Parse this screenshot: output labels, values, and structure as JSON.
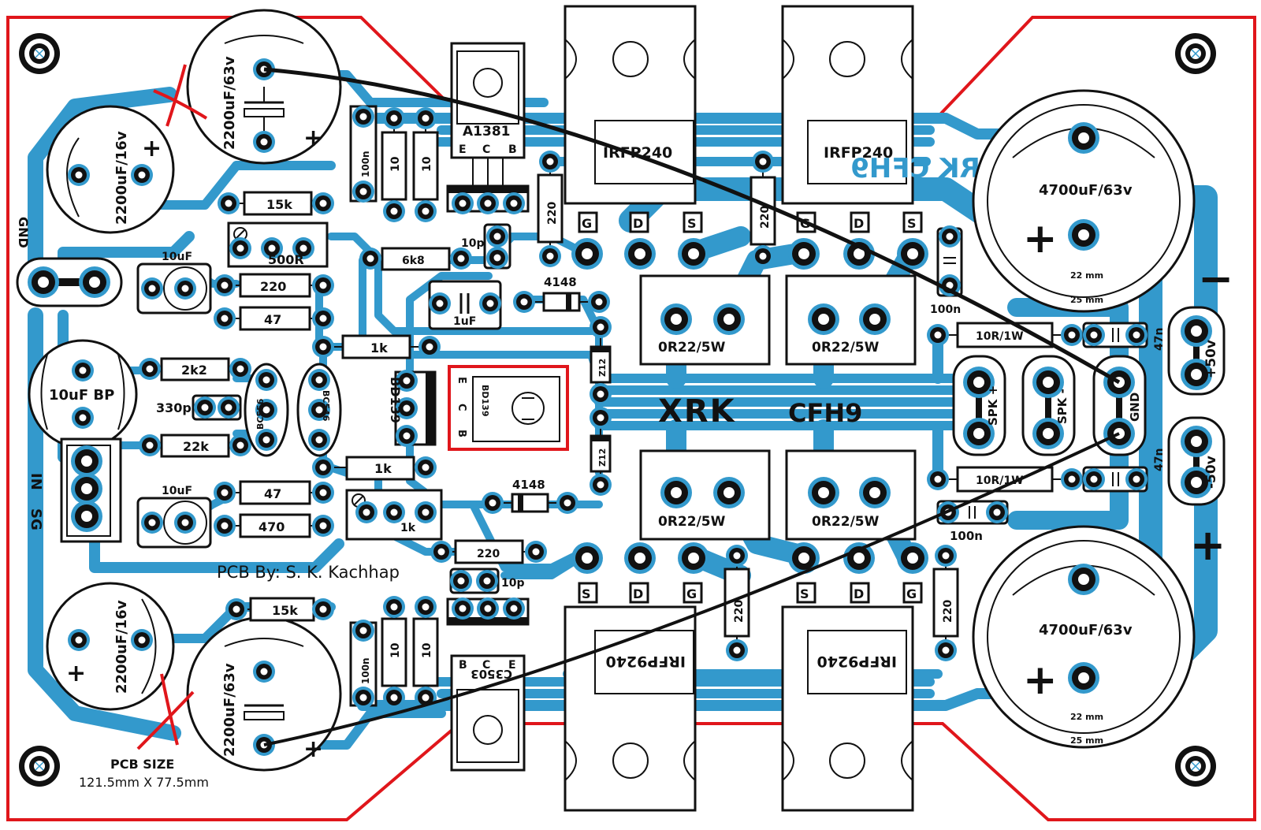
{
  "board": {
    "credit": "PCB By: S. K. Kachhap",
    "size_title": "PCB SIZE",
    "size_value": "121.5mm X 77.5mm",
    "logo": "XRK",
    "logo_sub": "CFH9",
    "logo_mirror": "XRK CFH9"
  },
  "colors": {
    "copper": "#3399cc",
    "outline": "#e0161b",
    "silk": "#111111",
    "marks": "#e0161b"
  },
  "caps": {
    "c4700_top": "4700uF/63v",
    "c4700_bot": "4700uF/63v",
    "d22_top": "22 mm",
    "d25_top": "25 mm",
    "d22_bot": "22 mm",
    "d25_bot": "25 mm",
    "c2200_63_top": "2200uF/63v",
    "c2200_63_bot": "2200uF/63v",
    "c2200_16_top": "2200uF/16v",
    "c2200_16_bot": "2200uF/16v",
    "c10uf_a": "10uF",
    "c10uf_b": "10uF",
    "c10uf_bp": "10uF  BP",
    "c1uf": "1uF",
    "c100n_a": "100n",
    "c100n_b": "100n",
    "c100n_c": "100n",
    "c100n_d": "100n",
    "c10p_a": "10p",
    "c10p_b": "10p",
    "c330p": "330p",
    "c47n_a": "47n",
    "c47n_b": "47n"
  },
  "resistors": {
    "r15k_top": "15k",
    "r15k_bot": "15k",
    "r220_a": "220",
    "r220_b": "220",
    "r220_c": "220",
    "r220_d": "220",
    "r220_e": "220",
    "r220_f": "220",
    "r47_a": "47",
    "r47_b": "47",
    "r2k2": "2k2",
    "r22k": "22k",
    "r470": "470",
    "r6k8": "6k8",
    "r1k_a": "1k",
    "r1k_b": "1k",
    "r10_a": "10",
    "r10_b": "10",
    "r10_c": "10",
    "r10_d": "10",
    "r10r_a": "10R/1W",
    "r10r_b": "10R/1W",
    "pot_500r": "500R",
    "pot_1k": "1k",
    "or22_a": "0R22/5W",
    "or22_b": "0R22/5W",
    "or22_c": "0R22/5W",
    "or22_d": "0R22/5W"
  },
  "semis": {
    "mos_n1": "IRFP240",
    "mos_n2": "IRFP240",
    "mos_p1": "IRFP9240",
    "mos_p2": "IRFP9240",
    "t_a1381": "A1381",
    "t_c3503": "C3503",
    "t_bd139": "BD139",
    "t_bd139_h": "BD139",
    "t_bc556": "BC556",
    "t_bc546": "BC546",
    "d_4148_a": "4148",
    "d_4148_b": "4148",
    "z_12a": "Z12",
    "z_12b": "Z12",
    "pin_e": "E",
    "pin_c": "C",
    "pin_b": "B",
    "pin_g": "G",
    "pin_d": "D",
    "pin_s": "S"
  },
  "connectors": {
    "gnd_left": "GND",
    "in": "IN",
    "sg": "SG",
    "spk_plus": "SPK +",
    "spk_minus": "SPK -",
    "gnd_right": "GND",
    "v_plus": "+50v",
    "v_minus": "-50v",
    "plus": "+",
    "minus": "−"
  }
}
